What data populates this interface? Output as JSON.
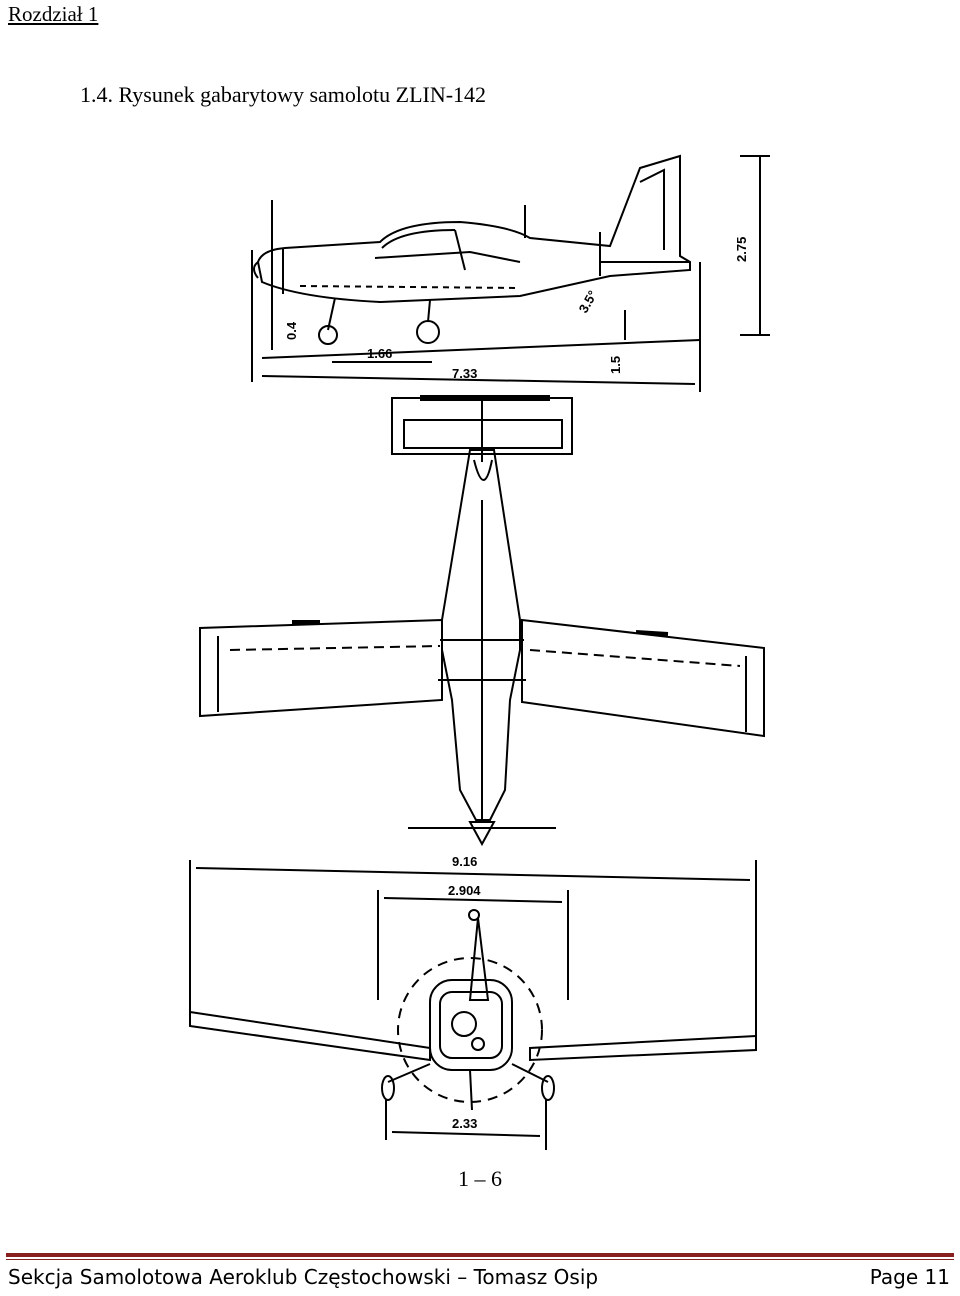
{
  "header": {
    "chapter": "Rozdział 1"
  },
  "section": {
    "title": "1.4. Rysunek gabarytowy samolotu ZLIN-142"
  },
  "drawing": {
    "side_view": {
      "dim_height": "2.75",
      "dim_wheelbase": "1.66",
      "dim_length": "7.33",
      "dim_gear": "0.4",
      "dim_angle": "3.5°",
      "dim_small": "1.5"
    },
    "front_view": {
      "dim_span": "9.16",
      "dim_tail_span": "2.904",
      "dim_track": "2.33"
    }
  },
  "figure": {
    "number": "1 – 6"
  },
  "footer": {
    "left": "Sekcja Samolotowa  Aeroklub Częstochowski – Tomasz Osip",
    "right": "Page 11"
  }
}
